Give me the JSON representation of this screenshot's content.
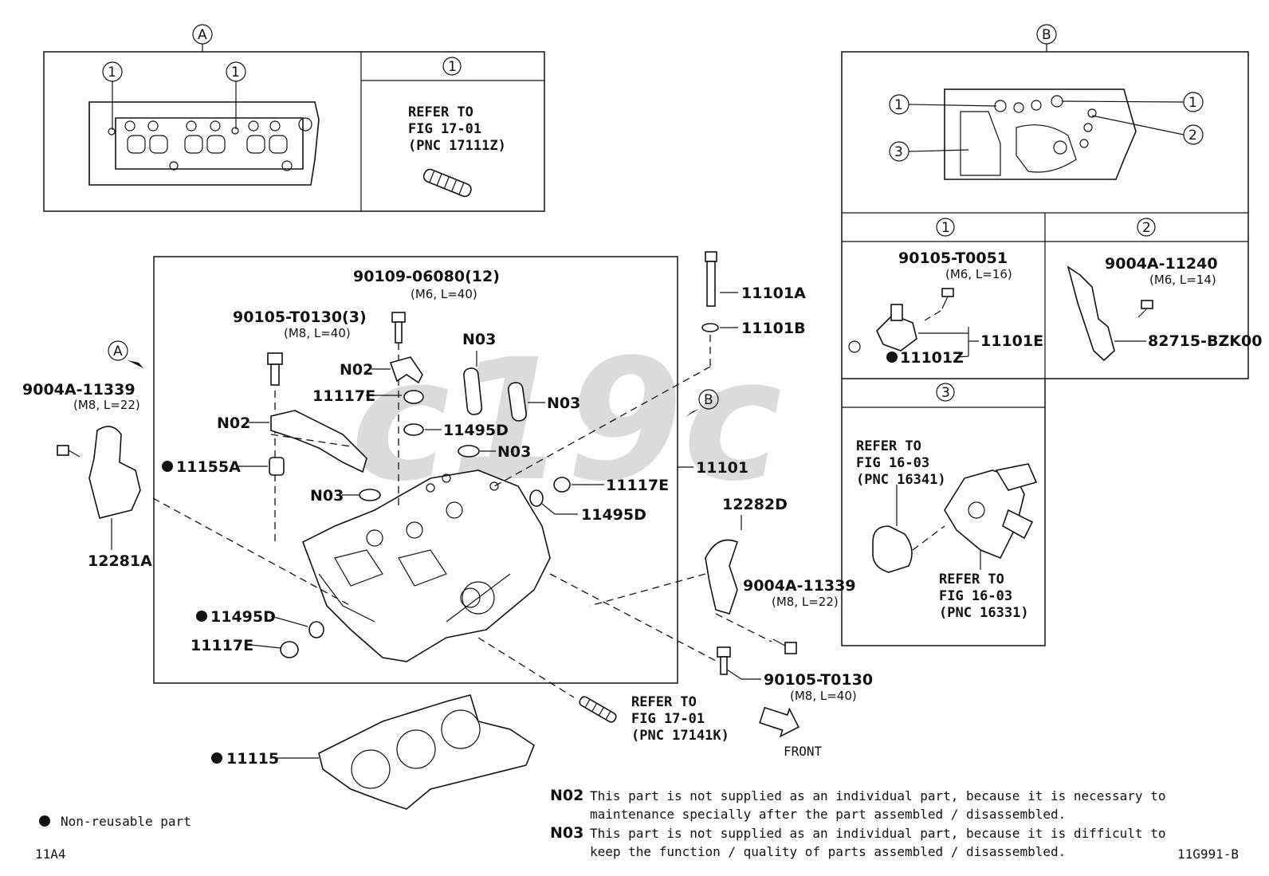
{
  "watermark": "c19c",
  "callouts": {
    "view_a": "A",
    "view_b": "B",
    "c1": "1",
    "c2": "2",
    "c3": "3"
  },
  "panel_a": {
    "detail1_text": [
      "REFER TO",
      "FIG 17-01",
      "(PNC 17111Z)"
    ]
  },
  "panel_b": {
    "d1_part": "90105-T0051",
    "d1_spec": "(M6, L=16)",
    "d1_assy": "11101E",
    "d1_sensor": "11101Z",
    "d2_part": "9004A-11240",
    "d2_spec": "(M6, L=14)",
    "d2_bracket": "82715-BZK00",
    "d3_left_text": [
      "REFER TO",
      "FIG 16-03",
      "(PNC 16341)"
    ],
    "d3_right_text": [
      "REFER TO",
      "FIG 16-03",
      "(PNC 16331)"
    ]
  },
  "parts": {
    "p11101A": "11101A",
    "p11101B": "11101B",
    "p11101": "11101",
    "bolt_12": "90109-06080(12)",
    "bolt_12_spec": "(M6, L=40)",
    "bolt_3": "90105-T0130(3)",
    "bolt_3_spec": "(M8, L=40)",
    "n02a": "N02",
    "n02b": "N02",
    "n03a": "N03",
    "n03b": "N03",
    "n03c": "N03",
    "n03d": "N03",
    "p11117E_top": "11117E",
    "p11495D_top": "11495D",
    "p11155A": "11155A",
    "p11117E_right": "11117E",
    "p11495D_right": "11495D",
    "p11495D_left": "11495D",
    "p11117E_left": "11117E",
    "left_bolt": "9004A-11339",
    "left_bolt_spec": "(M8, L=22)",
    "p12281A": "12281A",
    "p12282D": "12282D",
    "right_bolt": "9004A-11339",
    "right_bolt_spec": "(M8, L=22)",
    "bottom_bolt": "90105-T0130",
    "bottom_bolt_spec": "(M8, L=40)",
    "stud_ref": [
      "REFER TO",
      "FIG 17-01",
      "(PNC 17141K)"
    ],
    "gasket": "11115",
    "front": "FRONT"
  },
  "notes": {
    "n02_code": "N02",
    "n02_line1": "This part is not supplied as an individual part, because it is necessary to",
    "n02_line2": "maintenance specially after the part assembled / disassembled.",
    "n03_code": "N03",
    "n03_line1": "This part is not supplied as an individual part, because it is difficult to",
    "n03_line2": "keep the function / quality of parts assembled / disassembled."
  },
  "legend": {
    "non_reusable": "Non-reusable part"
  },
  "footer": {
    "page_code": "11A4",
    "figure_code": "11G991-B"
  }
}
